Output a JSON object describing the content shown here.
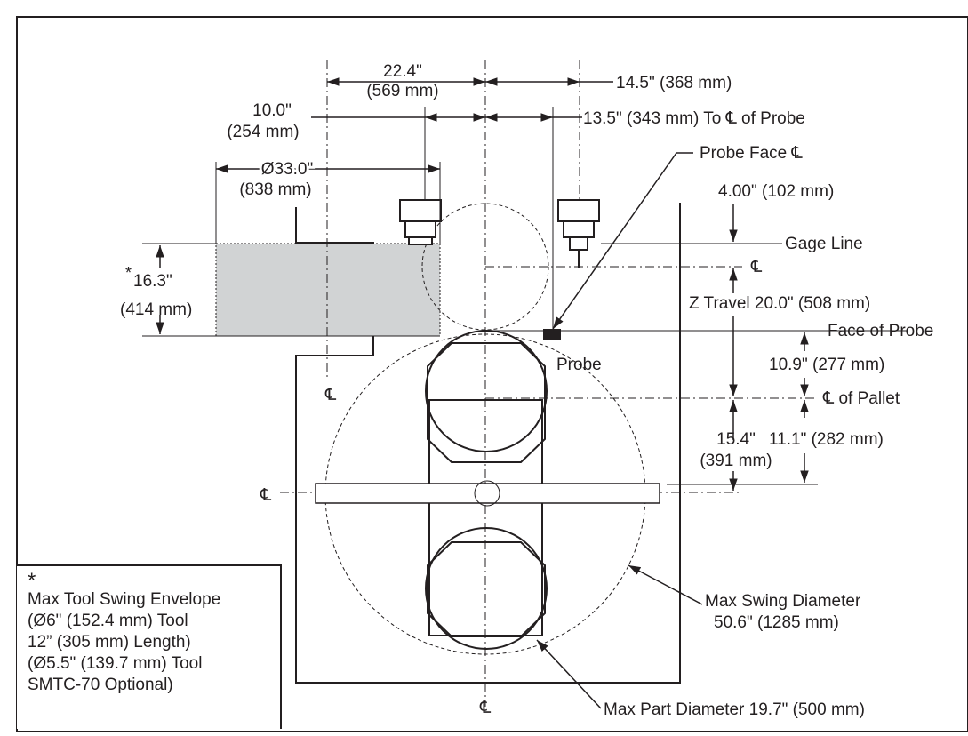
{
  "labels": {
    "dim_22_4_in": "22.4\"",
    "dim_22_4_mm": "(569 mm)",
    "dim_14_5": "14.5\" (368 mm)",
    "dim_10_0_in": "10.0\"",
    "dim_10_0_mm": "(254 mm)",
    "dim_13_5": "13.5\" (343 mm) To ℄ of Probe",
    "probe_face_cl": "Probe Face ℄",
    "dim_33_0_in": "Ø33.0\"",
    "dim_33_0_mm": "(838 mm)",
    "dim_4_00": "4.00\" (102 mm)",
    "gage_line": "Gage Line",
    "star": "*",
    "dim_16_3_in": "16.3\"",
    "dim_16_3_mm": "(414 mm)",
    "z_travel": "Z Travel 20.0\" (508 mm)",
    "face_of_probe": "Face of Probe",
    "probe": "Probe",
    "dim_10_9": "10.9\" (277 mm)",
    "cl_of_pallet": "℄ of Pallet",
    "dim_15_4_in": "15.4\"",
    "dim_15_4_mm": "(391 mm)",
    "dim_11_1": "11.1\" (282 mm)",
    "max_swing_line1": "Max Swing Diameter",
    "max_swing_line2": "50.6\" (1285 mm)",
    "max_part": "Max Part Diameter 19.7\" (500 mm)",
    "cl_symbol": "℄"
  },
  "note": {
    "star": "*",
    "lines": [
      "Max Tool Swing Envelope",
      "(Ø6\" (152.4 mm) Tool",
      "12” (305 mm) Length)",
      "(Ø5.5\" (139.7 mm) Tool",
      "SMTC-70 Optional)"
    ]
  },
  "colors": {
    "ink": "#231f20",
    "envelope_fill": "#d1d3d4"
  }
}
